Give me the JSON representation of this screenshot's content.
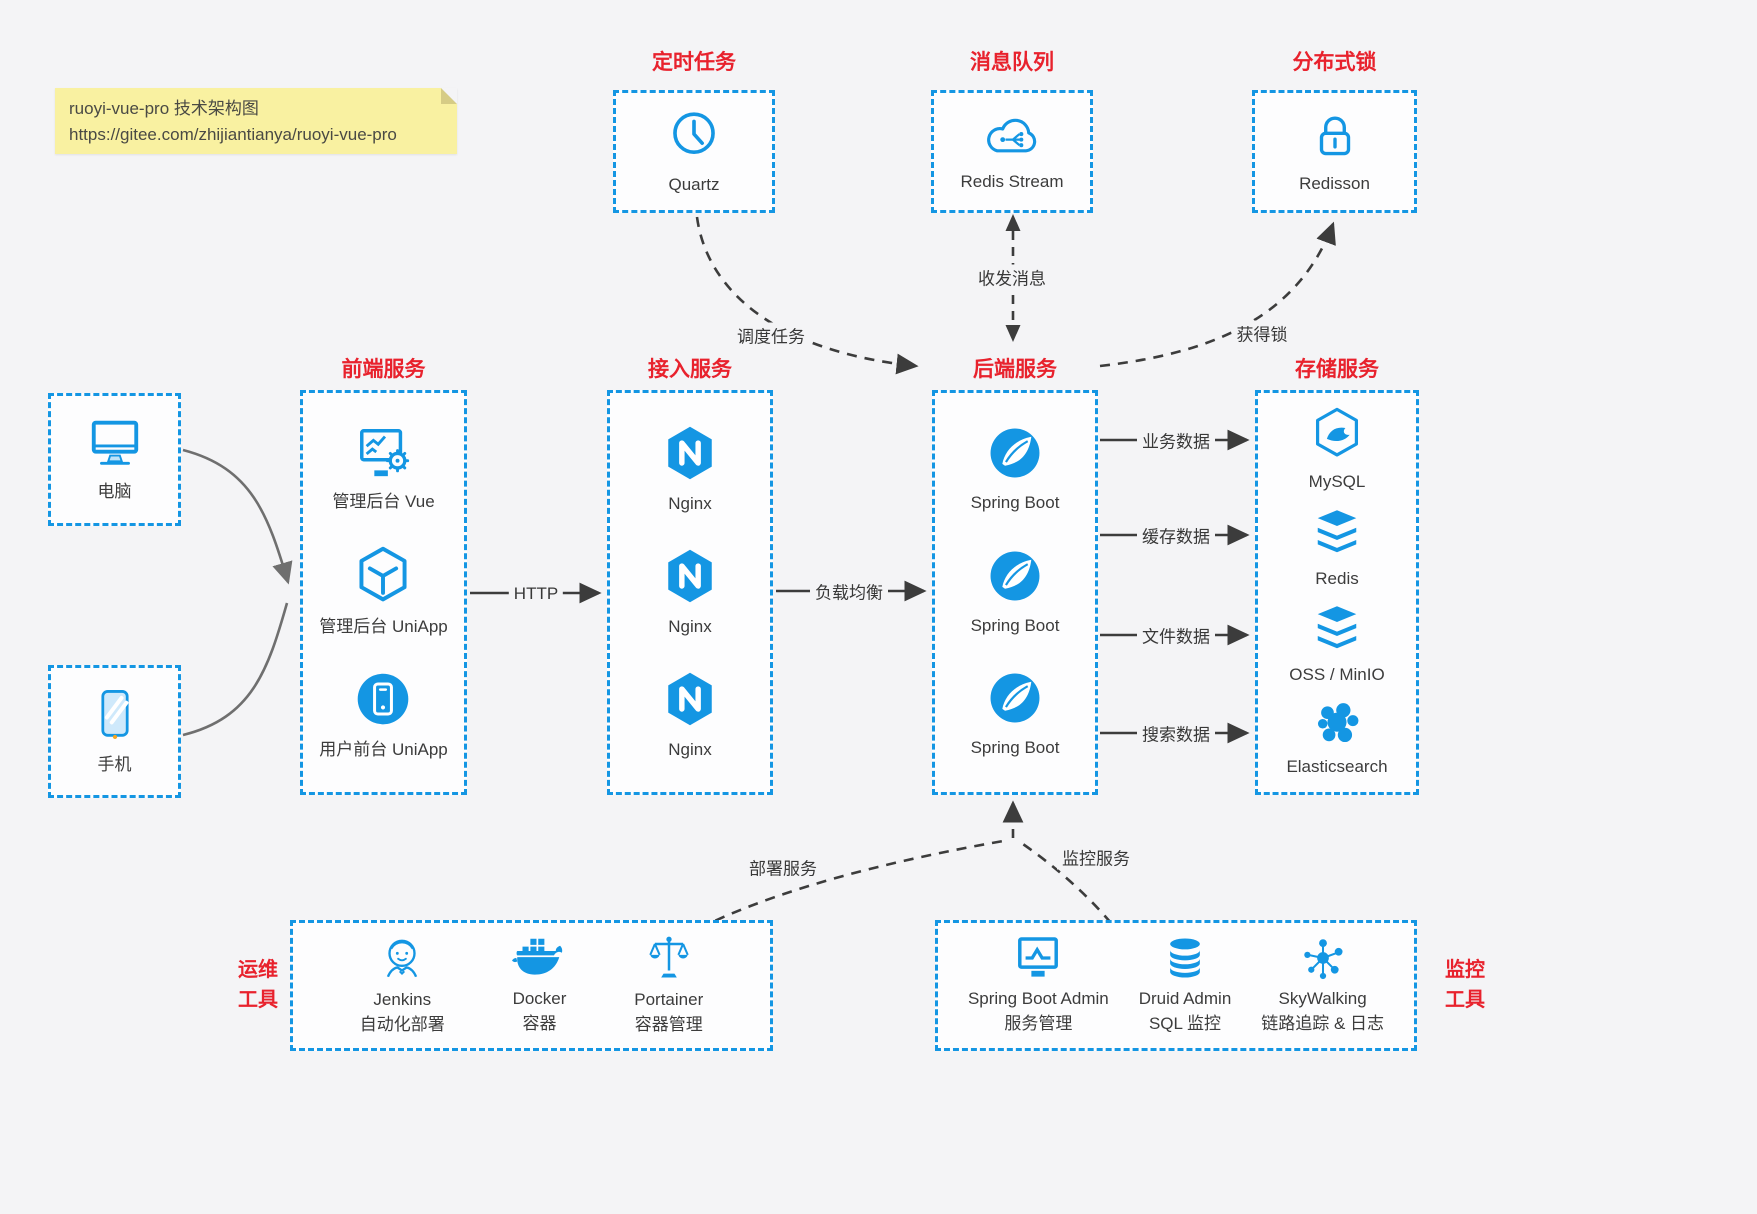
{
  "note": {
    "line1": "ruoyi-vue-pro 技术架构图",
    "line2": "https://gitee.com/zhijiantianya/ruoyi-vue-pro"
  },
  "colors": {
    "accent": "#1496e3",
    "title_red": "#e8222d",
    "canvas_bg": "#f4f4f6",
    "note_bg": "#f9f1a1",
    "arrow_dark": "#3c3c3c",
    "arrow_gray": "#6f6f6f"
  },
  "top_groups": {
    "schedule": {
      "title": "定时任务",
      "item": {
        "label": "Quartz",
        "icon": "clock-icon"
      }
    },
    "mq": {
      "title": "消息队列",
      "item": {
        "label": "Redis Stream",
        "icon": "cloud-hub-icon"
      }
    },
    "lock": {
      "title": "分布式锁",
      "item": {
        "label": "Redisson",
        "icon": "lock-icon"
      }
    }
  },
  "clients": {
    "pc": {
      "label": "电脑",
      "icon": "desktop-icon"
    },
    "phone": {
      "label": "手机",
      "icon": "mobile-icon"
    }
  },
  "columns": {
    "frontend": {
      "title": "前端服务",
      "items": [
        {
          "label": "管理后台 Vue",
          "icon": "admin-vue-icon"
        },
        {
          "label": "管理后台 UniApp",
          "icon": "uniapp-cube-icon"
        },
        {
          "label": "用户前台 UniApp",
          "icon": "user-app-icon"
        }
      ]
    },
    "gateway": {
      "title": "接入服务",
      "items": [
        {
          "label": "Nginx",
          "icon": "nginx-icon"
        },
        {
          "label": "Nginx",
          "icon": "nginx-icon"
        },
        {
          "label": "Nginx",
          "icon": "nginx-icon"
        }
      ]
    },
    "backend": {
      "title": "后端服务",
      "items": [
        {
          "label": "Spring Boot",
          "icon": "spring-icon"
        },
        {
          "label": "Spring Boot",
          "icon": "spring-icon"
        },
        {
          "label": "Spring Boot",
          "icon": "spring-icon"
        }
      ]
    },
    "storage": {
      "title": "存储服务",
      "items": [
        {
          "label": "MySQL",
          "icon": "mysql-icon"
        },
        {
          "label": "Redis",
          "icon": "redis-stack-icon"
        },
        {
          "label": "OSS / MinIO",
          "icon": "oss-stack-icon"
        },
        {
          "label": "Elasticsearch",
          "icon": "elasticsearch-icon"
        }
      ]
    }
  },
  "bottom_groups": {
    "ops": {
      "title": "运维\n工具",
      "title_line1": "运维",
      "title_line2": "工具",
      "items": [
        {
          "label": "Jenkins",
          "sublabel": "自动化部署",
          "icon": "jenkins-icon"
        },
        {
          "label": "Docker",
          "sublabel": "容器",
          "icon": "docker-icon"
        },
        {
          "label": "Portainer",
          "sublabel": "容器管理",
          "icon": "scales-icon"
        }
      ]
    },
    "monitor": {
      "title_line1": "监控",
      "title_line2": "工具",
      "items": [
        {
          "label": "Spring Boot Admin",
          "sublabel": "服务管理",
          "icon": "monitor-chart-icon"
        },
        {
          "label": "Druid Admin",
          "sublabel": "SQL 监控",
          "icon": "database-icon"
        },
        {
          "label": "SkyWalking",
          "sublabel": "链路追踪 & 日志",
          "icon": "network-icon"
        }
      ]
    }
  },
  "edges": {
    "http": "HTTP",
    "load_balance": "负载均衡",
    "schedule_task": "调度任务",
    "send_receive_msg": "收发消息",
    "acquire_lock": "获得锁",
    "business_data": "业务数据",
    "cache_data": "缓存数据",
    "file_data": "文件数据",
    "search_data": "搜索数据",
    "deploy_service": "部署服务",
    "monitor_service": "监控服务"
  }
}
